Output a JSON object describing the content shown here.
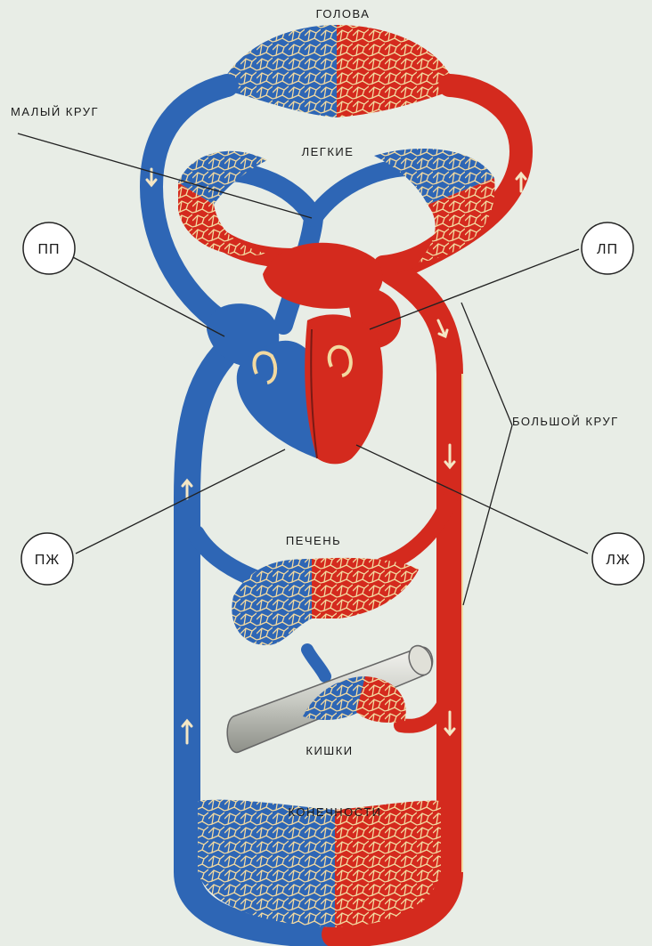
{
  "labels": {
    "head": "ГОЛОВА",
    "pulmonary_circuit": "МАЛЫЙ КРУГ",
    "lungs": "ЛЕГКИЕ",
    "systemic_circuit": "БОЛЬШОЙ КРУГ",
    "liver": "ПЕЧЕНЬ",
    "intestines": "КИШКИ",
    "limbs": "КОНЕЧНОСТИ"
  },
  "chambers": {
    "right_atrium": "ПП",
    "left_atrium": "ЛП",
    "right_ventricle": "ПЖ",
    "left_ventricle": "ЛЖ"
  },
  "colors": {
    "venous": "#2e66b5",
    "arterial": "#d42a1e",
    "capillary_mesh": "#f2d9a0",
    "background": "#e8ede6",
    "line": "#222222"
  }
}
